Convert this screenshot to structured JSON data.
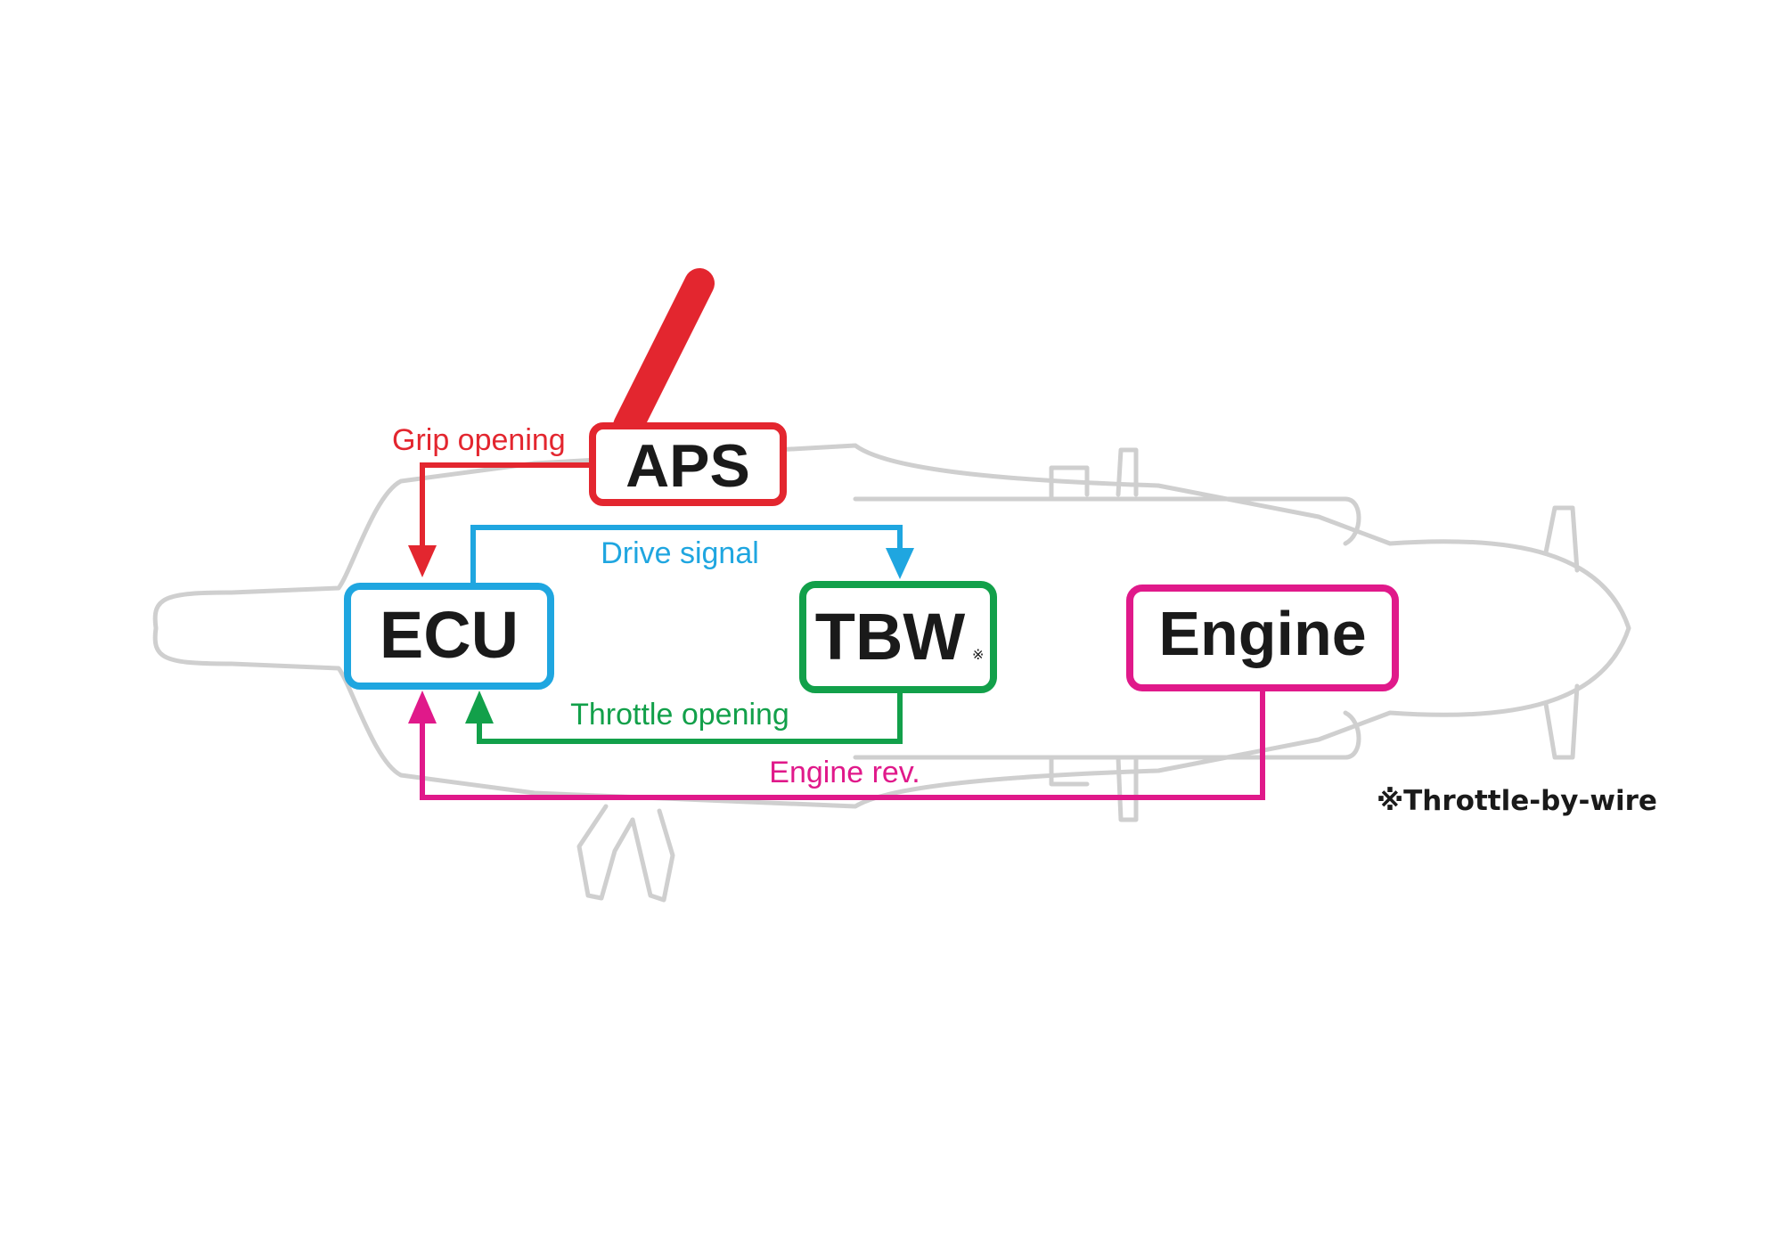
{
  "colors": {
    "aps": "#e3262f",
    "ecu": "#1fa6e0",
    "tbw": "#12a04a",
    "engine": "#e0198a",
    "outline": "#cfcfcf",
    "text": "#1a1a1a"
  },
  "nodes": {
    "aps": "APS",
    "ecu": "ECU",
    "tbw": "TBW",
    "tbw_mark": "※",
    "engine": "Engine"
  },
  "flows": {
    "grip_opening": "Grip opening",
    "drive_signal": "Drive signal",
    "throttle_opening": "Throttle opening",
    "engine_rev": "Engine rev."
  },
  "footnote": "※Throttle-by-wire",
  "icons": {
    "motorcycle": "motorcycle-outline-icon",
    "grip": "throttle-grip-icon"
  }
}
